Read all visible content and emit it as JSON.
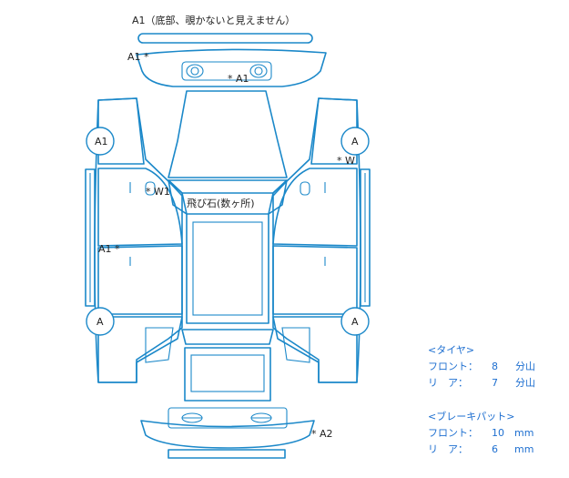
{
  "colors": {
    "line": "#1b88c9",
    "text": "#222222",
    "info": "#1e6fd0"
  },
  "annotations": {
    "front_bumper_note": "A1（底部、覗かないと見えません）",
    "front_lip": "A1 *",
    "front_panel": "* A1",
    "fl_wheel": "A1",
    "fr_wheel": "A",
    "right_mirror": "* W",
    "left_door_w": "* W1",
    "center_stone": "飛び石(数ヶ所)",
    "left_rear_door": "A1 *",
    "rl_wheel": "A",
    "rr_wheel": "A",
    "rear_bumper": "* A2"
  },
  "tire": {
    "header": "<タイヤ>",
    "front_label": "フロント：",
    "front_value": "8",
    "front_unit": "分山",
    "rear_label": "リ　ア：",
    "rear_value": "7",
    "rear_unit": "分山"
  },
  "brake": {
    "header": "<ブレーキパット>",
    "front_label": "フロント：",
    "front_value": "10",
    "front_unit": "mm",
    "rear_label": "リ　ア：",
    "rear_value": "6",
    "rear_unit": "mm"
  }
}
